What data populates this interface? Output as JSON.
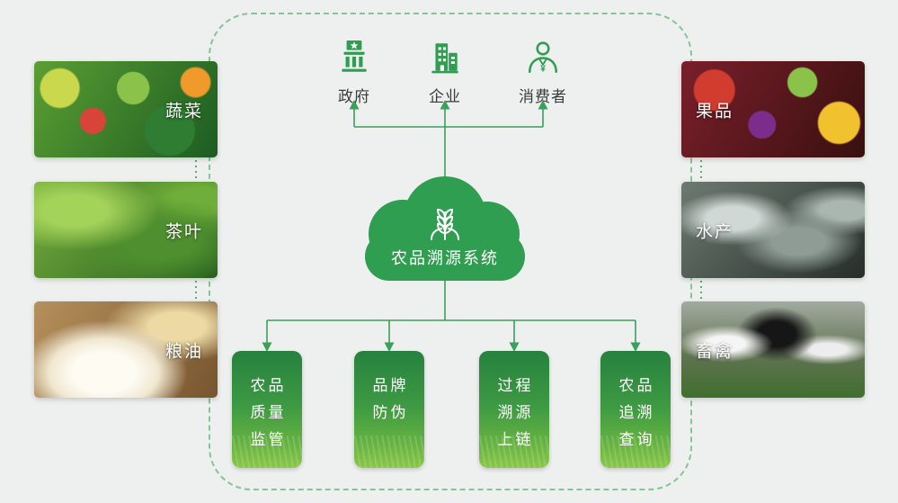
{
  "system": {
    "name": "农品溯源系统"
  },
  "stakeholders": [
    {
      "id": "government",
      "label": "政府",
      "icon": "government-icon"
    },
    {
      "id": "enterprise",
      "label": "企业",
      "icon": "enterprise-icon"
    },
    {
      "id": "consumer",
      "label": "消费者",
      "icon": "consumer-icon"
    }
  ],
  "functions": [
    {
      "id": "quality-supervision",
      "lines": [
        "农品",
        "质量",
        "监管"
      ]
    },
    {
      "id": "brand-anti-counterfeit",
      "lines": [
        "品牌",
        "防伪"
      ]
    },
    {
      "id": "process-trace-onchain",
      "lines": [
        "过程",
        "溯源",
        "上链"
      ]
    },
    {
      "id": "trace-query",
      "lines": [
        "农品",
        "追溯",
        "查询"
      ]
    }
  ],
  "categories": {
    "left": [
      {
        "id": "vegetables",
        "label": "蔬菜"
      },
      {
        "id": "tea",
        "label": "茶叶"
      },
      {
        "id": "grain-oil",
        "label": "粮油"
      }
    ],
    "right": [
      {
        "id": "fruits",
        "label": "果品"
      },
      {
        "id": "aquatic",
        "label": "水产"
      },
      {
        "id": "livestock",
        "label": "畜禽"
      }
    ]
  },
  "colors": {
    "background": "#eef0ef",
    "accent_green": "#2f9e50",
    "connector_green": "#3aa05a",
    "dashed_frame_green": "#84c596",
    "box_gradient_top": "#26813f",
    "box_gradient_bottom": "#8ac74a",
    "label_text": "#3a3a3a",
    "card_label_text": "#ffffff"
  }
}
